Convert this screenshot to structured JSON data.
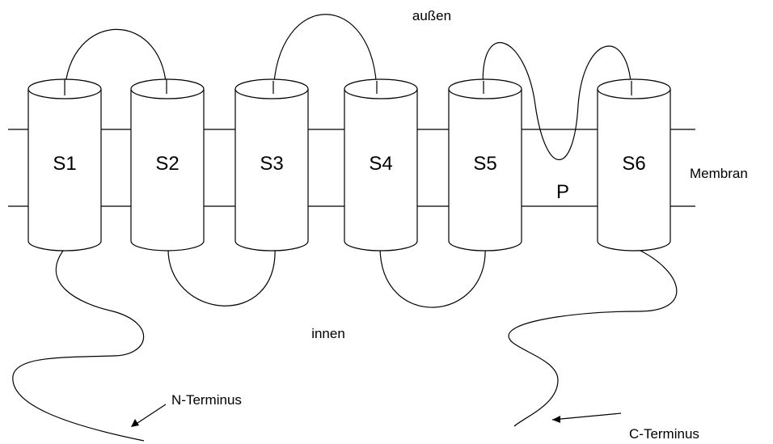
{
  "segments": [
    "S1",
    "S2",
    "S3",
    "S4",
    "S5",
    "S6"
  ],
  "pore_label": "P",
  "labels": {
    "outside": "außen",
    "inside": "innen",
    "membrane": "Membran",
    "n_terminus": "N-Terminus",
    "c_terminus": "C-Terminus"
  },
  "colors": {
    "stroke": "#000000",
    "background": "#ffffff"
  }
}
